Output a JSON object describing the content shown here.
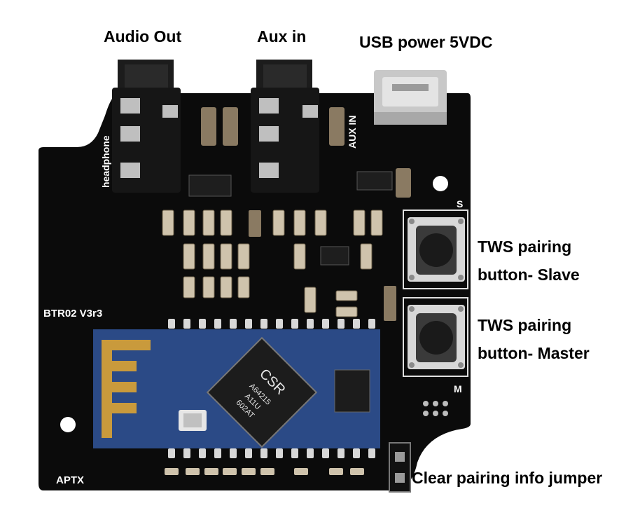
{
  "callouts": {
    "audio_out": "Audio Out",
    "aux_in": "Aux in",
    "usb_power": "USB power 5VDC",
    "tws_slave_line1": "TWS pairing",
    "tws_slave_line2": "button- Slave",
    "tws_master_line1": "TWS pairing",
    "tws_master_line2": "button- Master",
    "clear_jumper": "Clear pairing info jumper"
  },
  "silkscreen": {
    "board_name": "BTR02 V3r3",
    "headphone": "headphone",
    "aux_in": "AUX IN",
    "slave_marker": "S",
    "master_marker": "M",
    "aptx": "APTX"
  },
  "chip": {
    "brand": "CSR",
    "line1": "A64215",
    "line2": "A11U",
    "line3": "602AT"
  },
  "colors": {
    "pcb": "#0b0b0b",
    "module": "#2b4a86",
    "antenna": "#c99a3c",
    "jack": "#1a1a1a",
    "usb": "#c8c8c8"
  }
}
